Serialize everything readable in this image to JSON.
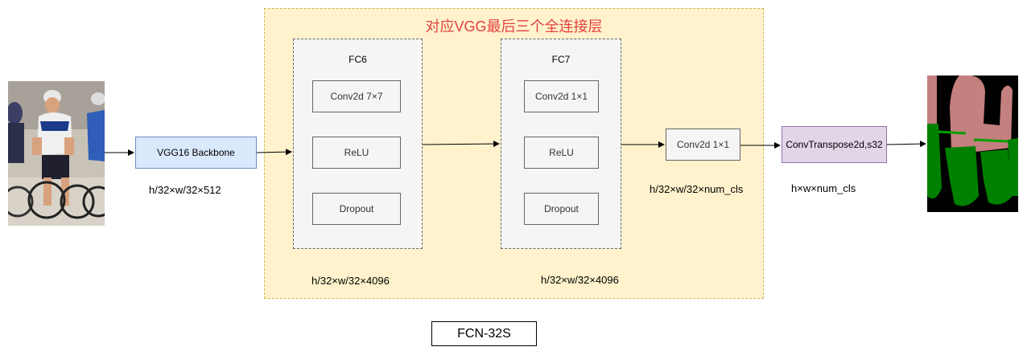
{
  "region_title": "对应VGG最后三个全连接层",
  "backbone": "VGG16 Backbone",
  "backbone_out": "h/32×w/32×512",
  "fc6": {
    "title": "FC6",
    "layers": [
      "Conv2d 7×7",
      "ReLU",
      "Dropout"
    ],
    "out": "h/32×w/32×4096"
  },
  "fc7": {
    "title": "FC7",
    "layers": [
      "Conv2d 1×1",
      "ReLU",
      "Dropout"
    ],
    "out": "h/32×w/32×4096"
  },
  "classifier": "Conv2d 1×1",
  "classifier_out": "h/32×w/32×num_cls",
  "upsample": "ConvTranspose2d,s32",
  "upsample_out": "h×w×num_cls",
  "caption": "FCN-32S",
  "colors": {
    "region_fill": "#fff2cc",
    "region_title": "#e5413f",
    "backbone_fill": "#dae8fc",
    "upsample_fill": "#e1d5e7",
    "mask_person": "#c47f7f",
    "mask_bicycle": "#008000"
  }
}
